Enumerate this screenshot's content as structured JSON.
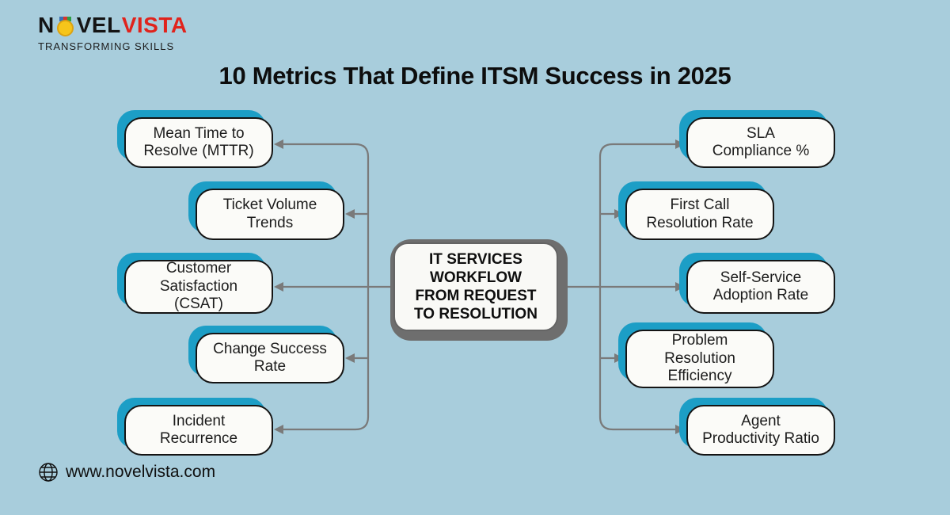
{
  "brand": {
    "name_black_1": "N",
    "name_black_2": "VEL",
    "name_red": "VISTA",
    "tagline": "TRANSFORMING SKILLS"
  },
  "title": "10 Metrics That Define ITSM Success in 2025",
  "center": {
    "label": "IT SERVICES\nWORKFLOW\nFROM REQUEST\nTO RESOLUTION"
  },
  "nodes": {
    "left": [
      {
        "label": "Mean Time to\nResolve (MTTR)"
      },
      {
        "label": "Ticket Volume\nTrends"
      },
      {
        "label": "Customer\nSatisfaction\n(CSAT)"
      },
      {
        "label": "Change Success\nRate"
      },
      {
        "label": "Incident\nRecurrence"
      }
    ],
    "right": [
      {
        "label": "SLA\nCompliance %"
      },
      {
        "label": "First Call\nResolution Rate"
      },
      {
        "label": "Self-Service\nAdoption Rate"
      },
      {
        "label": "Problem\nResolution\nEfficiency"
      },
      {
        "label": "Agent\nProductivity Ratio"
      }
    ]
  },
  "footer": {
    "website": "www.novelvista.com"
  },
  "colors": {
    "background": "#a8cddc",
    "node_shadow_teal": "#1c9ec6",
    "node_border": "#141414",
    "connector_gray": "#7a7a7a",
    "center_shadow_gray": "#6e6e6e",
    "brand_red": "#e0231c",
    "medal_yellow": "#f6c51a"
  }
}
